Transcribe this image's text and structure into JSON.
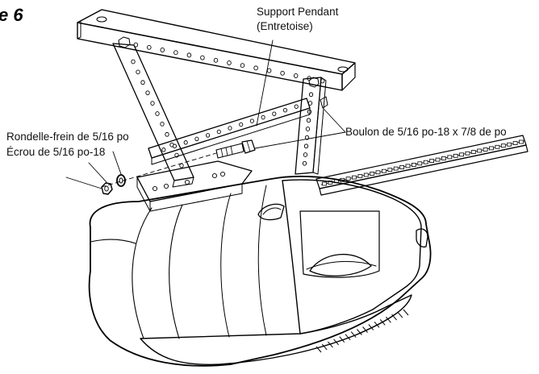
{
  "figure": {
    "title": "e 6",
    "labels": {
      "support_pendant": "Support Pendant",
      "entretoise": "(Entretoise)",
      "rondelle": "Rondelle-frein de 5/16 po",
      "ecrou": "Écrou de 5/16 po-18",
      "boulon": "Boulon de 5/16 po-18 x 7/8 de po"
    }
  },
  "colors": {
    "line": "#000000",
    "housing_gray": "#d4d4d4",
    "background": "#ffffff"
  }
}
